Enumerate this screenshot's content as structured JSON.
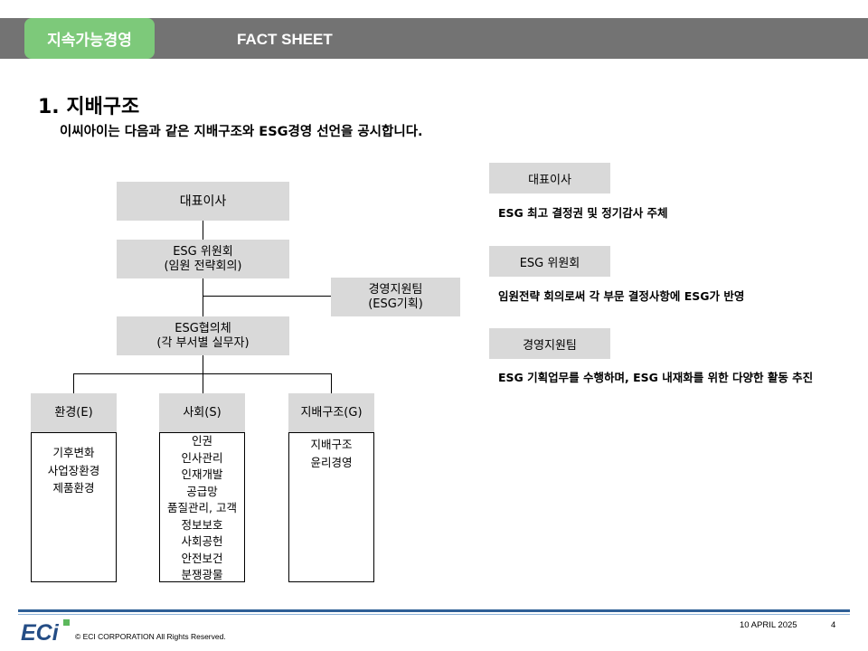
{
  "header": {
    "badge": "지속가능경영",
    "title": "FACT SHEET"
  },
  "section": {
    "title": "1. 지배구조",
    "subtitle": "이씨아이는 다음과 같은 지배구조와 ESG경영 선언을 공시합니다."
  },
  "org_chart": {
    "ceo": "대표이사",
    "committee_line1": "ESG 위원회",
    "committee_line2": "(임원 전략회의)",
    "support_line1": "경영지원팀",
    "support_line2": "(ESG기획)",
    "council_line1": "ESG협의체",
    "council_line2": "(각 부서별 실무자)",
    "branches": [
      {
        "label": "환경(E)",
        "items": [
          "기후변화",
          "사업장환경",
          "제품환경"
        ]
      },
      {
        "label": "사회(S)",
        "items": [
          "인권",
          "인사관리",
          "인재개발",
          "공급망",
          "품질관리, 고객",
          "정보보호",
          "사회공헌",
          "안전보건",
          "분쟁광물"
        ]
      },
      {
        "label": "지배구조(G)",
        "items": [
          "지배구조",
          "윤리경영"
        ]
      }
    ]
  },
  "roles": [
    {
      "label": "대표이사",
      "desc": "ESG 최고 결정권 및 정기감사 주체"
    },
    {
      "label": "ESG 위원회",
      "desc": "임원전략 회의로써 각 부문 결정사항에 ESG가 반영"
    },
    {
      "label": "경영지원팀",
      "desc": "ESG 기획업무를 수행하며, ESG 내재화를 위한 다양한 활동 추진"
    }
  ],
  "footer": {
    "logo": "ECi",
    "copyright": "© ECI CORPORATION All Rights Reserved.",
    "date": "10 APRIL 2025",
    "page": "4"
  },
  "colors": {
    "header_bar": "#737373",
    "badge": "#7dc97a",
    "box_fill": "#d9d9d9",
    "footer_line": "#2f5f96"
  }
}
